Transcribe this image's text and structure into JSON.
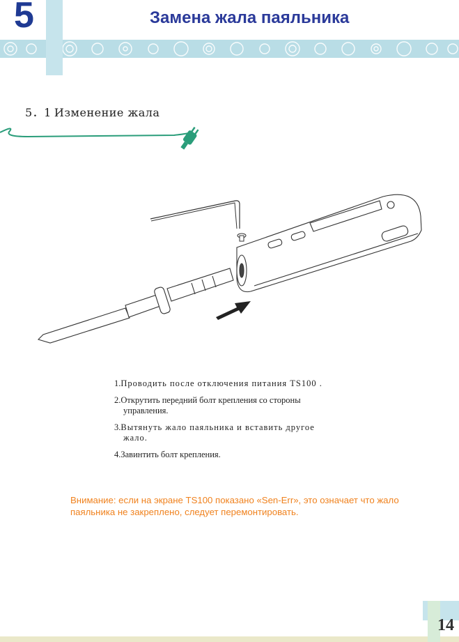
{
  "header": {
    "chapter_number": "5",
    "title": "Замена жала паяльника"
  },
  "section": {
    "number": "5．1",
    "title": "Изменение жала"
  },
  "steps": [
    {
      "num": "1.",
      "text": "Проводить после отключения питания TS100 .",
      "cont": ""
    },
    {
      "num": "2.",
      "text": "Открутить передний болт крепления со стороны",
      "cont": "управления."
    },
    {
      "num": "3.",
      "text": "Вытянуть жало паяльника и вставить другое",
      "cont": "жало."
    },
    {
      "num": "4.",
      "text": "Завинтить болт крепления.",
      "cont": ""
    }
  ],
  "warning": {
    "line1": "Внимание: если на экране TS100  показано «Sen-Err», это означает что жало",
    "line2": "паяльника не закреплено, следует перемонтировать."
  },
  "footer": {
    "page_number": "14"
  },
  "colors": {
    "title_blue": "#2b3a9a",
    "warning_orange": "#f0821e",
    "header_band": "#b9dde6",
    "cable_green": "#2a9d7a"
  }
}
